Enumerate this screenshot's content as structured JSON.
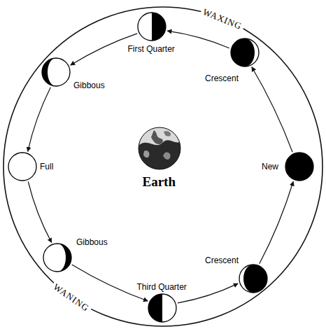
{
  "diagram": {
    "nodes": [
      {
        "text": [
          "First Quarter"
        ]
      },
      {
        "text": [
          "Crescent"
        ]
      },
      {
        "text": [
          "Gibbous"
        ]
      },
      {
        "text": [
          "Earth"
        ]
      },
      {
        "text": [
          "Full"
        ]
      },
      {
        "text": [
          "New"
        ]
      },
      {
        "text": [
          "Gibbous"
        ]
      },
      {
        "text": [
          "Crescent"
        ]
      },
      {
        "text": [
          "Third Quarter"
        ]
      }
    ],
    "edges": [
      {
        "from": 5,
        "to": 1,
        "arrow": "to"
      },
      {
        "from": 1,
        "to": 0,
        "arrow": "to"
      },
      {
        "from": 0,
        "to": 2,
        "arrow": "to"
      },
      {
        "from": 2,
        "to": 4,
        "arrow": "to"
      },
      {
        "from": 4,
        "to": 6,
        "arrow": "to"
      },
      {
        "from": 6,
        "to": 8,
        "arrow": "to"
      },
      {
        "from": 8,
        "to": 7,
        "arrow": "to"
      },
      {
        "from": 7,
        "to": 5,
        "arrow": "to"
      }
    ],
    "labels": [
      "WAXING",
      "WANING"
    ]
  }
}
